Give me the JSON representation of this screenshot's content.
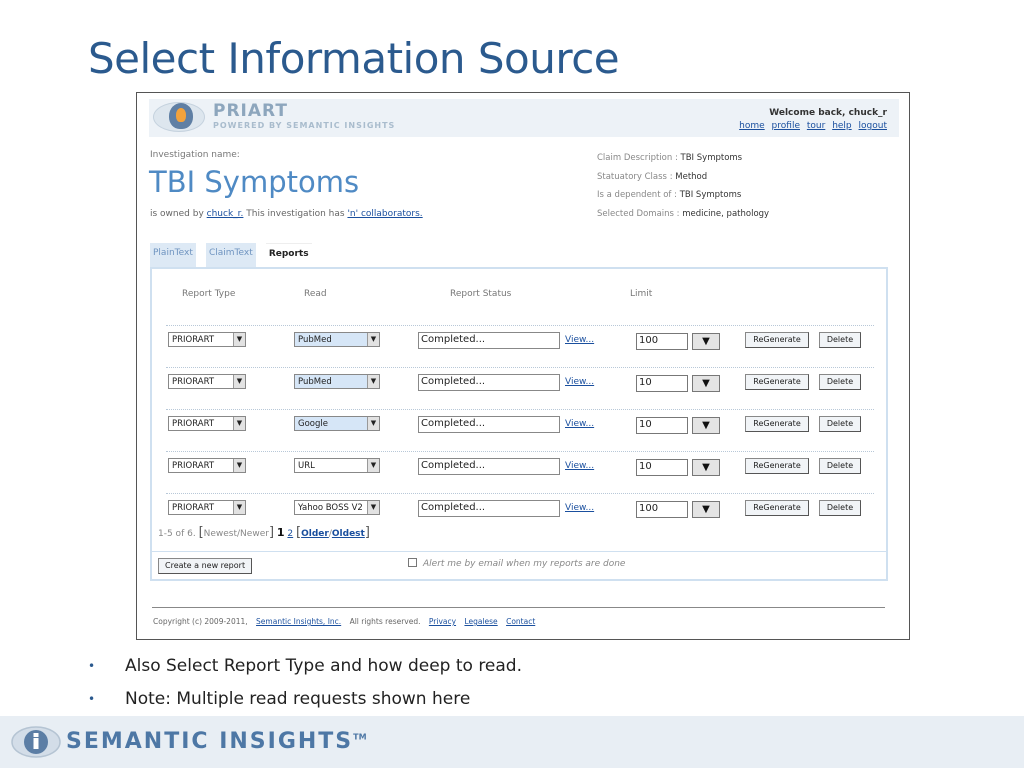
{
  "slide": {
    "title": "Select Information Source",
    "bullets": [
      "Also Select Report Type and how deep to read.",
      "Note: Multiple read requests shown here"
    ],
    "company_logo_text": "SEMANTIC INSIGHTS",
    "trademark": "TM"
  },
  "app": {
    "brand": "PRIART",
    "brand_sub": "POWERED BY SEMANTIC INSIGHTS",
    "welcome": "Welcome back, chuck_r",
    "nav_links": [
      "home",
      "profile",
      "tour",
      "help",
      "logout"
    ]
  },
  "investigation": {
    "name_label": "Investigation name:",
    "name": "TBI Symptoms",
    "owned_prefix": "is owned by",
    "owner": "chuck_r.",
    "collab_prefix": "This investigation has",
    "collaborators": "'n' collaborators.",
    "meta": [
      {
        "label": "Claim Description :",
        "value": "TBI Symptoms"
      },
      {
        "label": "Statuatory Class :",
        "value": "Method"
      },
      {
        "label": "Is a dependent of :",
        "value": "TBI Symptoms"
      },
      {
        "label": "Selected Domains :",
        "value": "medicine, pathology"
      }
    ]
  },
  "tabs": [
    "PlainText",
    "ClaimText",
    "Reports"
  ],
  "table": {
    "headers": [
      "Report Type",
      "Read",
      "Report Status",
      "Limit"
    ],
    "rows": [
      {
        "type": "PRIORART",
        "read": "PubMed",
        "status": "Completed...",
        "view": "View...",
        "limit": "100"
      },
      {
        "type": "PRIORART",
        "read": "PubMed",
        "status": "Completed...",
        "view": "View...",
        "limit": "10"
      },
      {
        "type": "PRIORART",
        "read": "Google",
        "status": "Completed...",
        "view": "View...",
        "limit": "10"
      },
      {
        "type": "PRIORART",
        "read": "URL",
        "status": "Completed...",
        "view": "View...",
        "limit": "10"
      },
      {
        "type": "PRIORART",
        "read": "Yahoo BOSS V2",
        "status": "Completed...",
        "view": "View...",
        "limit": "100"
      }
    ],
    "regenerate_label": "ReGenerate",
    "delete_label": "Delete"
  },
  "pager": {
    "range": "1-5 of 6.",
    "newest": "Newest/Newer",
    "current": "1",
    "next_page": "2",
    "older": "Older",
    "oldest": "Oldest"
  },
  "create_label": "Create a new report",
  "alert_label": "Alert me by email when my reports are done",
  "footer": {
    "copyright": "Copyright (c) 2009-2011,",
    "company": "Semantic Insights, Inc.",
    "rights": "All rights reserved.",
    "links": [
      "Privacy",
      "Legalese",
      "Contact"
    ]
  },
  "colors": {
    "title": "#2b5a8e",
    "accent_link": "#1a4f9e",
    "investigation_title": "#4f8ac4",
    "panel_border": "#cfe0f0"
  }
}
